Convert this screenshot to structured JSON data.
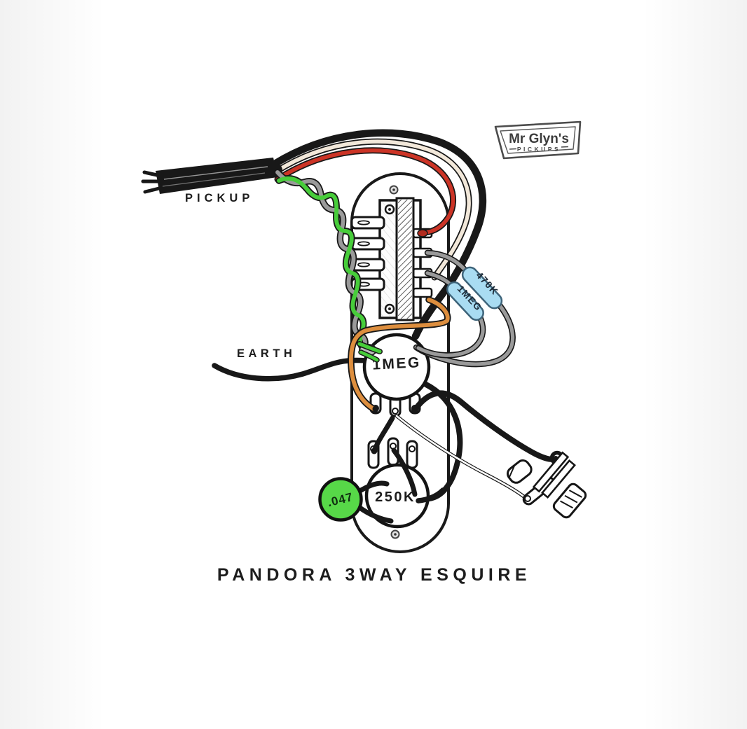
{
  "diagram": {
    "title": "PANDORA 3WAY ESQUIRE",
    "pickup_label": "PICKUP",
    "earth_label": "EARTH",
    "volume_pot_label": "1MEG",
    "tone_pot_label": "250K",
    "resistor_470k_label": "470K",
    "resistor_1meg_label": "1MEG",
    "capacitor_label": ".047"
  },
  "logo": {
    "name": "Mr Glyn's",
    "tagline": "PICKUPS"
  },
  "colors": {
    "wire_black": "#181818",
    "wire_cream": "#f2e8da",
    "wire_red": "#cc3426",
    "wire_green": "#47cd3a",
    "wire_gray": "#9a9a9a",
    "wire_orange": "#dd8e3e",
    "resistor_body": "#a9dcf2",
    "capacitor_body": "#57d848"
  }
}
